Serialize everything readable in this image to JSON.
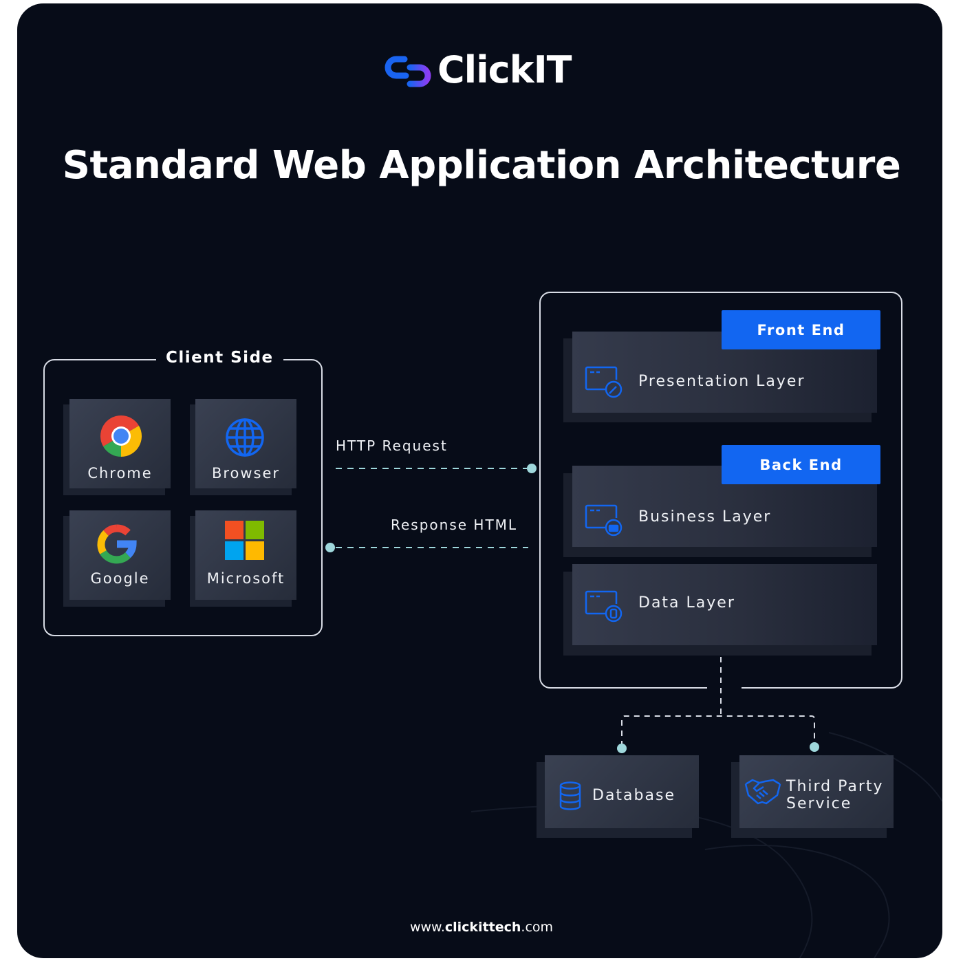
{
  "brand": {
    "name": "ClickIT",
    "website_prefix": "www.",
    "website_bold": "clickittech",
    "website_suffix": ".com"
  },
  "title": "Standard Web Application Architecture",
  "client_side": {
    "title": "Client Side",
    "items": [
      {
        "label": "Chrome",
        "icon": "chrome-icon"
      },
      {
        "label": "Browser",
        "icon": "globe-icon"
      },
      {
        "label": "Google",
        "icon": "google-icon"
      },
      {
        "label": "Microsoft",
        "icon": "microsoft-icon"
      }
    ]
  },
  "flows": {
    "request": "HTTP Request",
    "response": "Response HTML"
  },
  "server": {
    "front_end": {
      "badge": "Front End",
      "layers": [
        {
          "label": "Presentation Layer",
          "icon": "window-edit-icon"
        }
      ]
    },
    "back_end": {
      "badge": "Back End",
      "layers": [
        {
          "label": "Business Layer",
          "icon": "window-briefcase-icon"
        },
        {
          "label": "Data Layer",
          "icon": "window-database-icon"
        }
      ]
    }
  },
  "services": [
    {
      "label_line1": "Database",
      "label_line2": "",
      "icon": "database-icon"
    },
    {
      "label_line1": "Third Party",
      "label_line2": "Service",
      "icon": "handshake-icon"
    }
  ],
  "colors": {
    "background": "#070c18",
    "accent_blue": "#1266f1",
    "connector": "#9fd8dc",
    "border": "#d9dde6"
  }
}
